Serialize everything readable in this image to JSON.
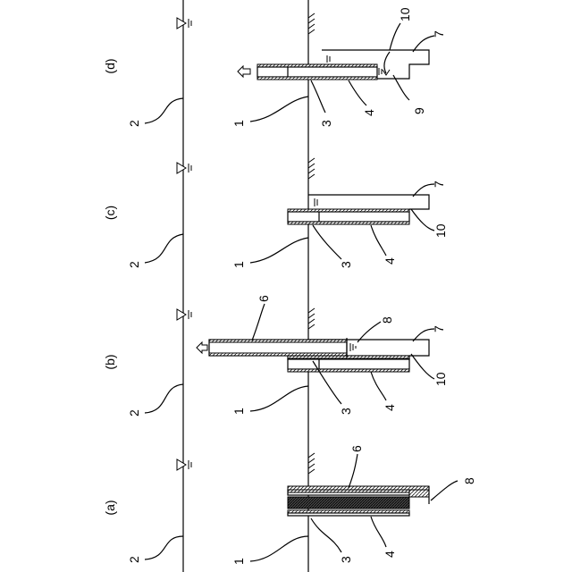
{
  "panels": [
    {
      "title": "(a)",
      "labels": {
        "seabed": "1",
        "sea_surface": "2",
        "outer_casing": "3",
        "inner_casing": "4",
        "pipe": "6",
        "plug": "8"
      }
    },
    {
      "title": "(b)",
      "labels": {
        "seabed": "1",
        "sea_surface": "2",
        "outer_casing": "3",
        "inner_casing": "4",
        "pipe": "6",
        "hole": "7",
        "plug": "8",
        "cavity": "10"
      }
    },
    {
      "title": "(c)",
      "labels": {
        "seabed": "1",
        "sea_surface": "2",
        "outer_casing": "3",
        "inner_casing": "4",
        "hole": "7",
        "cavity": "10"
      }
    },
    {
      "title": "(d)",
      "labels": {
        "seabed": "1",
        "sea_surface": "2",
        "outer_casing": "3",
        "inner_casing": "4",
        "hole": "7",
        "flow": "9",
        "cavity": "10"
      }
    }
  ]
}
